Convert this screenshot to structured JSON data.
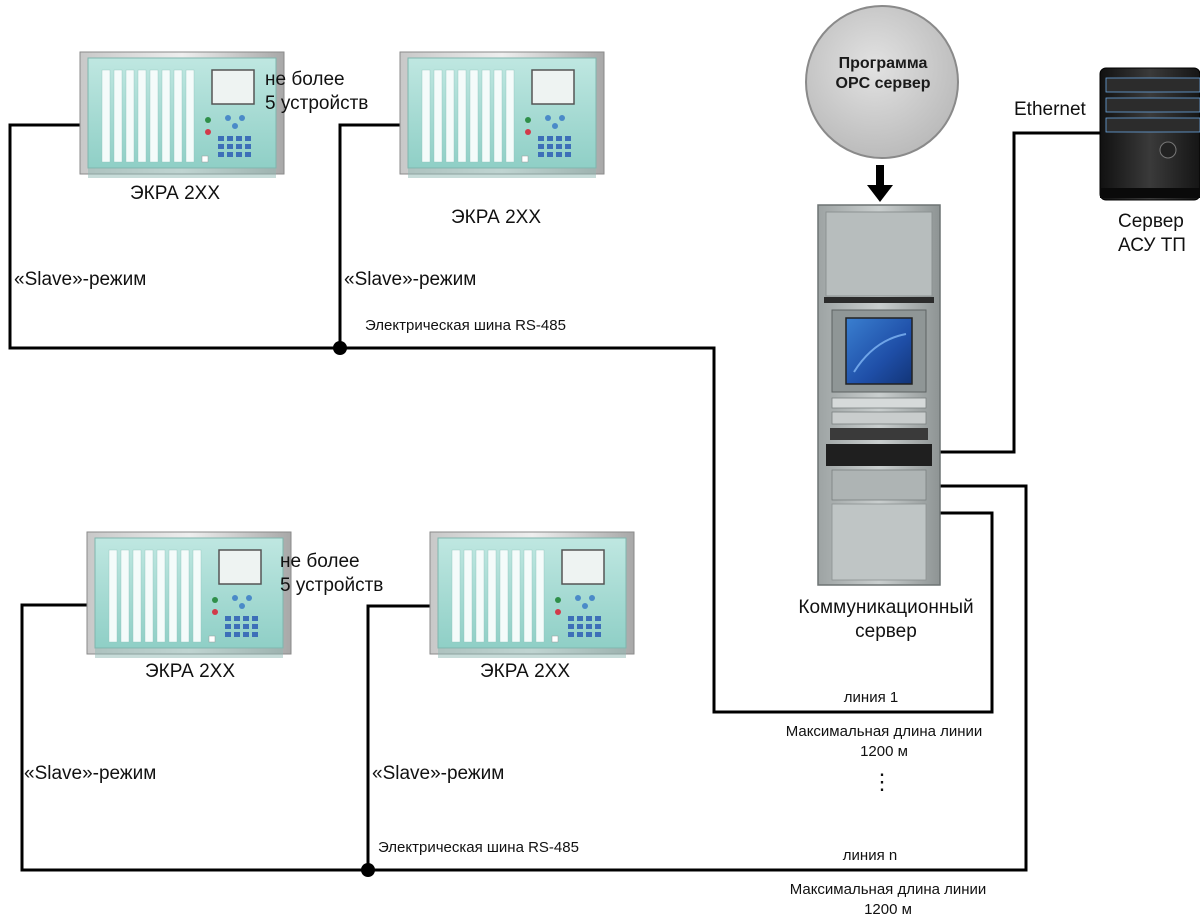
{
  "opc_bubble": {
    "line1": "Программа",
    "line2": "OPC сервер"
  },
  "ethernet_label": "Ethernet",
  "scada_server": {
    "line1": "Сервер",
    "line2": "АСУ ТП"
  },
  "comm_server": {
    "line1": "Коммуникационный",
    "line2": "сервер"
  },
  "group1": {
    "device_left": "ЭКРА 2ХХ",
    "device_right": "ЭКРА 2ХХ",
    "limit_line1": "не более",
    "limit_line2": "5 устройств",
    "slave_left": "«Slave»-режим",
    "slave_right": "«Slave»-режим",
    "bus_label": "Электрическая шина RS-485"
  },
  "group2": {
    "device_left": "ЭКРА 2ХХ",
    "device_right": "ЭКРА 2ХХ",
    "limit_line1": "не более",
    "limit_line2": "5 устройств",
    "slave_left": "«Slave»-режим",
    "slave_right": "«Slave»-режим",
    "bus_label": "Электрическая шина RS-485"
  },
  "line1": {
    "name": "линия 1",
    "max_len_line1": "Максимальная длина линии",
    "max_len_line2": "1200 м"
  },
  "ellipsis": "⋮",
  "linen": {
    "name": "линия n",
    "max_len_line1": "Максимальная длина линии",
    "max_len_line2": "1200 м"
  },
  "colors": {
    "device_body": "#a9ddd6",
    "device_frame": "#9a9a9a",
    "bubble_fill": "#cfcfcf",
    "bubble_stroke": "#8a8a8a",
    "wire": "#000000"
  }
}
